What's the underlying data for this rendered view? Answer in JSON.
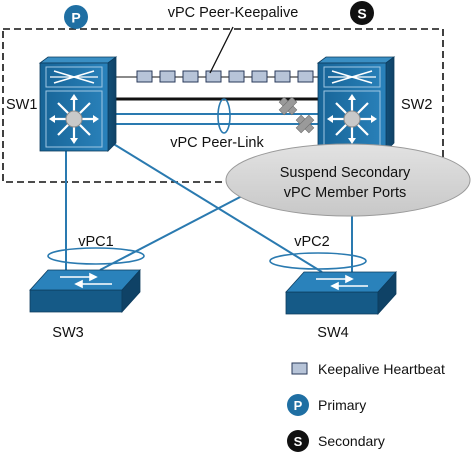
{
  "title": "vPC Peer-Keepalive",
  "peer_link_label": "vPC Peer-Link",
  "callout": {
    "line1": "Suspend Secondary",
    "line2": "vPC Member Ports"
  },
  "switches": {
    "sw1": "SW1",
    "sw2": "SW2",
    "sw3": "SW3",
    "sw4": "SW4"
  },
  "vpc_labels": {
    "vpc1": "vPC1",
    "vpc2": "vPC2"
  },
  "badges": {
    "primary": "P",
    "secondary": "S"
  },
  "legend": {
    "keepalive": "Keepalive Heartbeat",
    "primary": "Primary",
    "secondary": "Secondary"
  },
  "colors": {
    "switch_blue": "#1f6fa3",
    "link_blue": "#2a7ab0",
    "badge_blue": "#1f6fa3",
    "badge_black": "#111111",
    "heartbeat_fill": "#b7c4d8",
    "callout_fill": "#d4d4d4",
    "fail_marker": "#9a9a9a"
  }
}
